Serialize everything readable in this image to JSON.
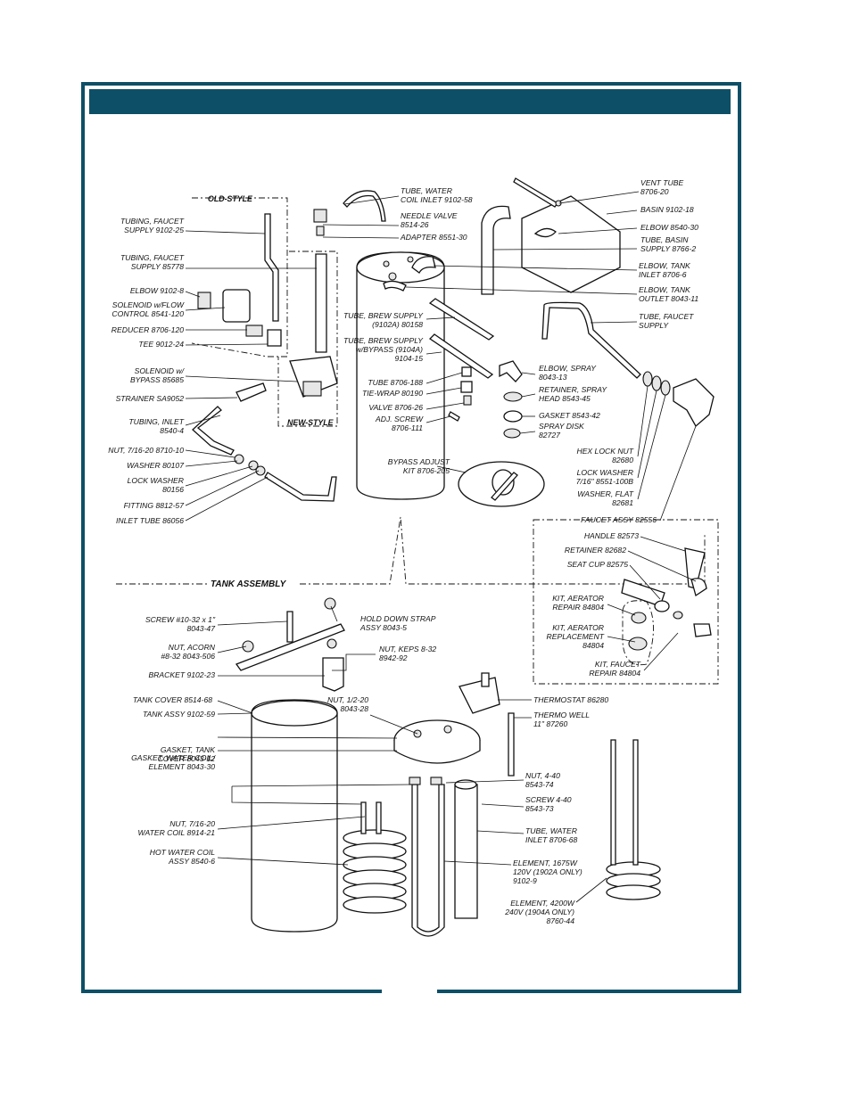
{
  "colors": {
    "frame": "#0d4f66",
    "ink": "#111111"
  },
  "sections": {
    "old_style": "OLD-STYLE",
    "new_style": "NEW-STYLE",
    "tank_assembly": "TANK ASSEMBLY"
  },
  "labels": [
    {
      "id": "tube-water-coil-inlet",
      "lines": [
        "TUBE, WATER",
        "COIL INLET 9102-58"
      ],
      "anchor": "start"
    },
    {
      "id": "needle-valve",
      "lines": [
        "NEEDLE VALVE",
        "8514-26"
      ],
      "anchor": "start"
    },
    {
      "id": "adapter",
      "lines": [
        "ADAPTER  8551-30"
      ],
      "anchor": "start"
    },
    {
      "id": "vent-tube",
      "lines": [
        "VENT TUBE",
        "8706-20"
      ],
      "anchor": "start"
    },
    {
      "id": "basin",
      "lines": [
        "BASIN  9102-18"
      ],
      "anchor": "start"
    },
    {
      "id": "elbow-8540",
      "lines": [
        "ELBOW  8540-30"
      ],
      "anchor": "start"
    },
    {
      "id": "tube-basin-supply",
      "lines": [
        "TUBE, BASIN",
        "SUPPLY  8766-2"
      ],
      "anchor": "start"
    },
    {
      "id": "elbow-tank-inlet",
      "lines": [
        "ELBOW, TANK",
        "INLET  8706-6"
      ],
      "anchor": "start"
    },
    {
      "id": "elbow-tank-outlet",
      "lines": [
        "ELBOW, TANK",
        "OUTLET  8043-11"
      ],
      "anchor": "start"
    },
    {
      "id": "tube-faucet-supply-r",
      "lines": [
        "TUBE, FAUCET",
        "SUPPLY"
      ],
      "anchor": "start"
    },
    {
      "id": "tubing-faucet-supply-1",
      "lines": [
        "TUBING, FAUCET",
        "SUPPLY  9102-25"
      ],
      "anchor": "end"
    },
    {
      "id": "tubing-faucet-supply-2",
      "lines": [
        "TUBING, FAUCET",
        "SUPPLY  85778"
      ],
      "anchor": "end"
    },
    {
      "id": "elbow-9102-8",
      "lines": [
        "ELBOW  9102-8"
      ],
      "anchor": "end"
    },
    {
      "id": "solenoid-flow",
      "lines": [
        "SOLENOID w/FLOW",
        "CONTROL  8541-120"
      ],
      "anchor": "end"
    },
    {
      "id": "reducer",
      "lines": [
        "REDUCER  8706-120"
      ],
      "anchor": "end"
    },
    {
      "id": "tee",
      "lines": [
        "TEE  9012-24"
      ],
      "anchor": "end"
    },
    {
      "id": "solenoid-bypass",
      "lines": [
        "SOLENOID w/",
        "BYPASS  85685"
      ],
      "anchor": "end"
    },
    {
      "id": "strainer",
      "lines": [
        "STRAINER  SA9052"
      ],
      "anchor": "end"
    },
    {
      "id": "tubing-inlet",
      "lines": [
        "TUBING, INLET",
        "8540-4"
      ],
      "anchor": "end"
    },
    {
      "id": "nut-7-16-20",
      "lines": [
        "NUT, 7/16-20  8710-10"
      ],
      "anchor": "end"
    },
    {
      "id": "washer-80107",
      "lines": [
        "WASHER  80107"
      ],
      "anchor": "end"
    },
    {
      "id": "lock-washer-80156",
      "lines": [
        "LOCK WASHER",
        "80156"
      ],
      "anchor": "end"
    },
    {
      "id": "fitting",
      "lines": [
        "FITTING  8812-57"
      ],
      "anchor": "end"
    },
    {
      "id": "inlet-tube",
      "lines": [
        "INLET TUBE  86056"
      ],
      "anchor": "end"
    },
    {
      "id": "tube-brew-supply-a",
      "lines": [
        "TUBE, BREW SUPPLY",
        "(9102A)  80158"
      ],
      "anchor": "end"
    },
    {
      "id": "tube-brew-supply-b",
      "lines": [
        "TUBE, BREW SUPPLY",
        "w/BYPASS (9104A)",
        "9104-15"
      ],
      "anchor": "end"
    },
    {
      "id": "tube-8706-188",
      "lines": [
        "TUBE  8706-188"
      ],
      "anchor": "end"
    },
    {
      "id": "tie-wrap",
      "lines": [
        "TIE-WRAP  80190"
      ],
      "anchor": "end"
    },
    {
      "id": "valve",
      "lines": [
        "VALVE  8706-26"
      ],
      "anchor": "end"
    },
    {
      "id": "adj-screw",
      "lines": [
        "ADJ. SCREW",
        "8706-111"
      ],
      "anchor": "end"
    },
    {
      "id": "bypass-adjust-kit",
      "lines": [
        "BYPASS ADJUST",
        "KIT  8706-205"
      ],
      "anchor": "end"
    },
    {
      "id": "elbow-spray",
      "lines": [
        "ELBOW, SPRAY",
        "8043-13"
      ],
      "anchor": "start"
    },
    {
      "id": "retainer-spray",
      "lines": [
        "RETAINER, SPRAY",
        "HEAD  8543-45"
      ],
      "anchor": "start"
    },
    {
      "id": "gasket-8543",
      "lines": [
        "GASKET  8543-42"
      ],
      "anchor": "start"
    },
    {
      "id": "spray-disk",
      "lines": [
        "SPRAY DISK",
        "82727"
      ],
      "anchor": "start"
    },
    {
      "id": "hex-lock-nut",
      "lines": [
        "HEX LOCK NUT",
        "82680"
      ],
      "anchor": "end"
    },
    {
      "id": "lock-washer-7-16",
      "lines": [
        "LOCK WASHER",
        "7/16\"  8551-100B"
      ],
      "anchor": "end"
    },
    {
      "id": "washer-flat",
      "lines": [
        "WASHER, FLAT",
        "82681"
      ],
      "anchor": "end"
    },
    {
      "id": "faucet-assy",
      "lines": [
        "FAUCET ASSY  82556"
      ],
      "anchor": "end"
    },
    {
      "id": "handle",
      "lines": [
        "HANDLE 82573"
      ],
      "anchor": "end"
    },
    {
      "id": "retainer-82682",
      "lines": [
        "RETAINER  82682"
      ],
      "anchor": "end"
    },
    {
      "id": "seat-cup",
      "lines": [
        "SEAT CUP 82575"
      ],
      "anchor": "end"
    },
    {
      "id": "kit-aerator-repair",
      "lines": [
        "KIT, AERATOR",
        "REPAIR  84804"
      ],
      "anchor": "end"
    },
    {
      "id": "kit-aerator-replacement",
      "lines": [
        "KIT, AERATOR",
        "REPLACEMENT",
        "84804"
      ],
      "anchor": "end"
    },
    {
      "id": "kit-faucet-repair",
      "lines": [
        "KIT, FAUCET",
        "REPAIR  84804"
      ],
      "anchor": "end"
    },
    {
      "id": "screw-10-32",
      "lines": [
        "SCREW #10-32 x 1\"",
        "8043-47"
      ],
      "anchor": "end"
    },
    {
      "id": "hold-down-strap",
      "lines": [
        "HOLD DOWN STRAP",
        "ASSY  8043-5"
      ],
      "anchor": "start"
    },
    {
      "id": "nut-acorn",
      "lines": [
        "NUT, ACORN",
        "#8-32  8043-506"
      ],
      "anchor": "end"
    },
    {
      "id": "nut-keps",
      "lines": [
        "NUT, KEPS 8-32",
        "8942-92"
      ],
      "anchor": "start"
    },
    {
      "id": "bracket",
      "lines": [
        "BRACKET  9102-23"
      ],
      "anchor": "end"
    },
    {
      "id": "tank-cover",
      "lines": [
        "TANK COVER  8514-68"
      ],
      "anchor": "end"
    },
    {
      "id": "tank-assy",
      "lines": [
        "TANK ASSY  9102-59"
      ],
      "anchor": "end"
    },
    {
      "id": "nut-1-2-20",
      "lines": [
        "NUT, 1/2-20",
        "8043-28"
      ],
      "anchor": "end"
    },
    {
      "id": "gasket-tank-cover",
      "lines": [
        "GASKET, TANK",
        "COVER  8043-12"
      ],
      "anchor": "end"
    },
    {
      "id": "gasket-water-coil",
      "lines": [
        "GASKET, WATER COIL/",
        "ELEMENT  8043-30"
      ],
      "anchor": "end"
    },
    {
      "id": "thermostat",
      "lines": [
        "THERMOSTAT  86280"
      ],
      "anchor": "start"
    },
    {
      "id": "thermo-well",
      "lines": [
        "THERMO WELL",
        "11\"  87260"
      ],
      "anchor": "start"
    },
    {
      "id": "nut-4-40",
      "lines": [
        "NUT, 4-40",
        "8543-74"
      ],
      "anchor": "start"
    },
    {
      "id": "screw-4-40",
      "lines": [
        "SCREW 4-40",
        "8543-73"
      ],
      "anchor": "start"
    },
    {
      "id": "nut-water-coil",
      "lines": [
        "NUT, 7/16-20",
        "WATER COIL 8914-21"
      ],
      "anchor": "end"
    },
    {
      "id": "tube-water-inlet",
      "lines": [
        "TUBE, WATER",
        "INLET  8706-68"
      ],
      "anchor": "start"
    },
    {
      "id": "hot-water-coil",
      "lines": [
        "HOT WATER COIL",
        "ASSY  8540-6"
      ],
      "anchor": "end"
    },
    {
      "id": "element-1675",
      "lines": [
        "ELEMENT, 1675W",
        "120V (1902A ONLY)",
        "9102-9"
      ],
      "anchor": "start"
    },
    {
      "id": "element-4200",
      "lines": [
        "ELEMENT, 4200W",
        "240V (1904A ONLY)",
        "8760-44"
      ],
      "anchor": "end"
    }
  ]
}
